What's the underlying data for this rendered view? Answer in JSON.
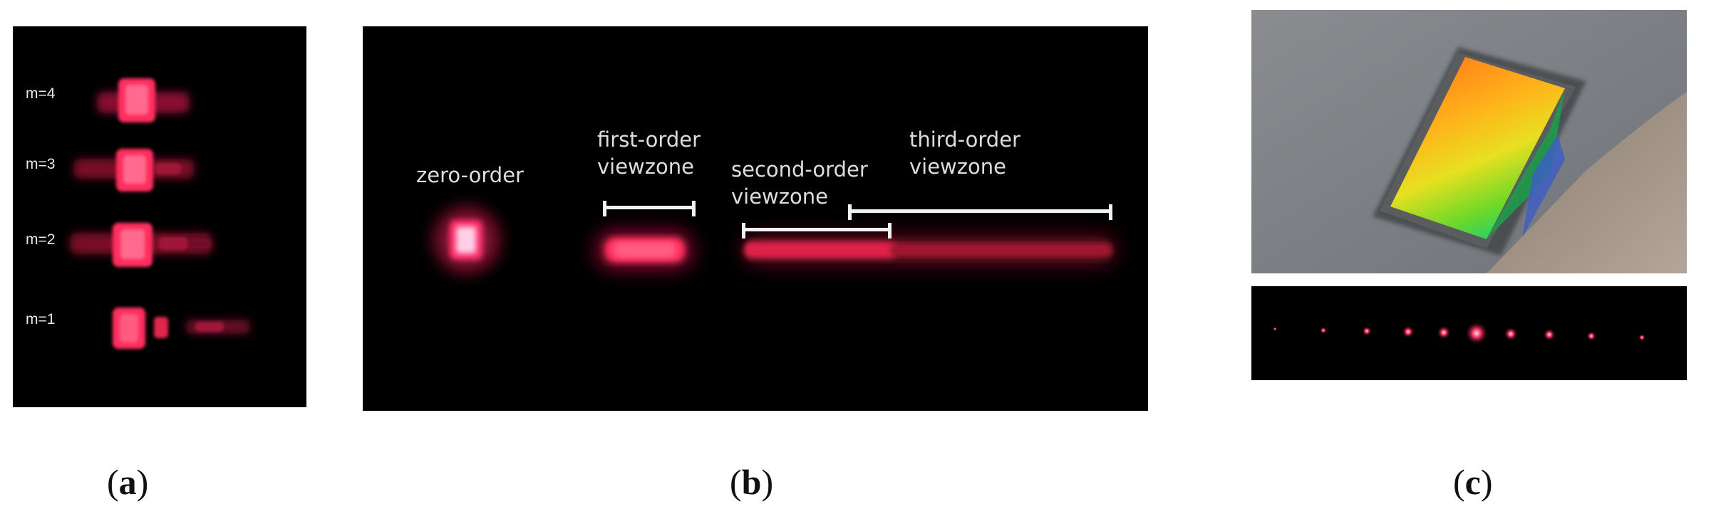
{
  "panel_a": {
    "labels": [
      "m=4",
      "m=3",
      "m=2",
      "m=1"
    ]
  },
  "panel_b": {
    "zero_order": "zero-order",
    "first_order_line1": "first-order",
    "first_order_line2": "viewzone",
    "second_order_line1": "second-order",
    "second_order_line2": "viewzone",
    "third_order_line1": "third-order",
    "third_order_line2": "viewzone"
  },
  "captions": {
    "a": "a",
    "b": "b",
    "c": "c"
  },
  "colors": {
    "laser": "#ff2d5e",
    "background": "#000000"
  }
}
